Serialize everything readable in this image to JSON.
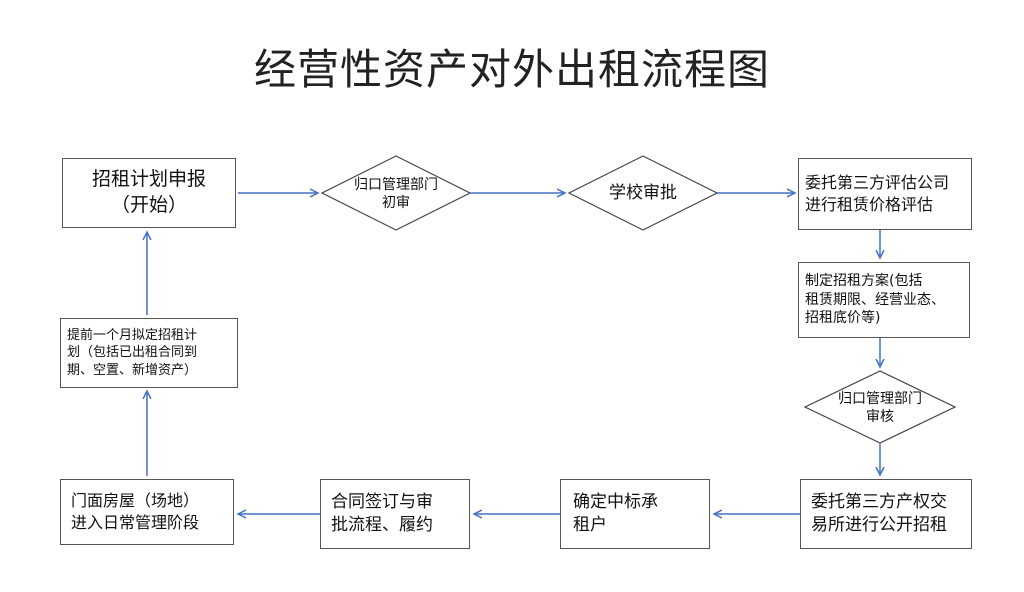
{
  "title": "经营性资产对外出租流程图",
  "colors": {
    "line": "#4472C4",
    "border": "#555555",
    "text": "#111111"
  },
  "nodes": {
    "start": "招租计划申报\n（开始）",
    "dept_review_1": "归口管理部门\n初审",
    "school_approval": "学校审批",
    "third_party_eval": "委托第三方评估公司\n进行租赁价格评估",
    "plan": "制定招租方案(包括\n租赁期限、经营业态、\n招租底价等)",
    "dept_review_2": "归口管理部门\n审核",
    "public_bidding": "委托第三方产权交\n易所进行公开招租",
    "confirm_winner": "确定中标承\n租户",
    "contract": "合同签订与审\n批流程、履约",
    "daily_management": "门面房屋（场地）\n进入日常管理阶段",
    "advance_plan": "提前一个月拟定招租计\n划（包括已出租合同到\n期、空置、新增资产）"
  }
}
